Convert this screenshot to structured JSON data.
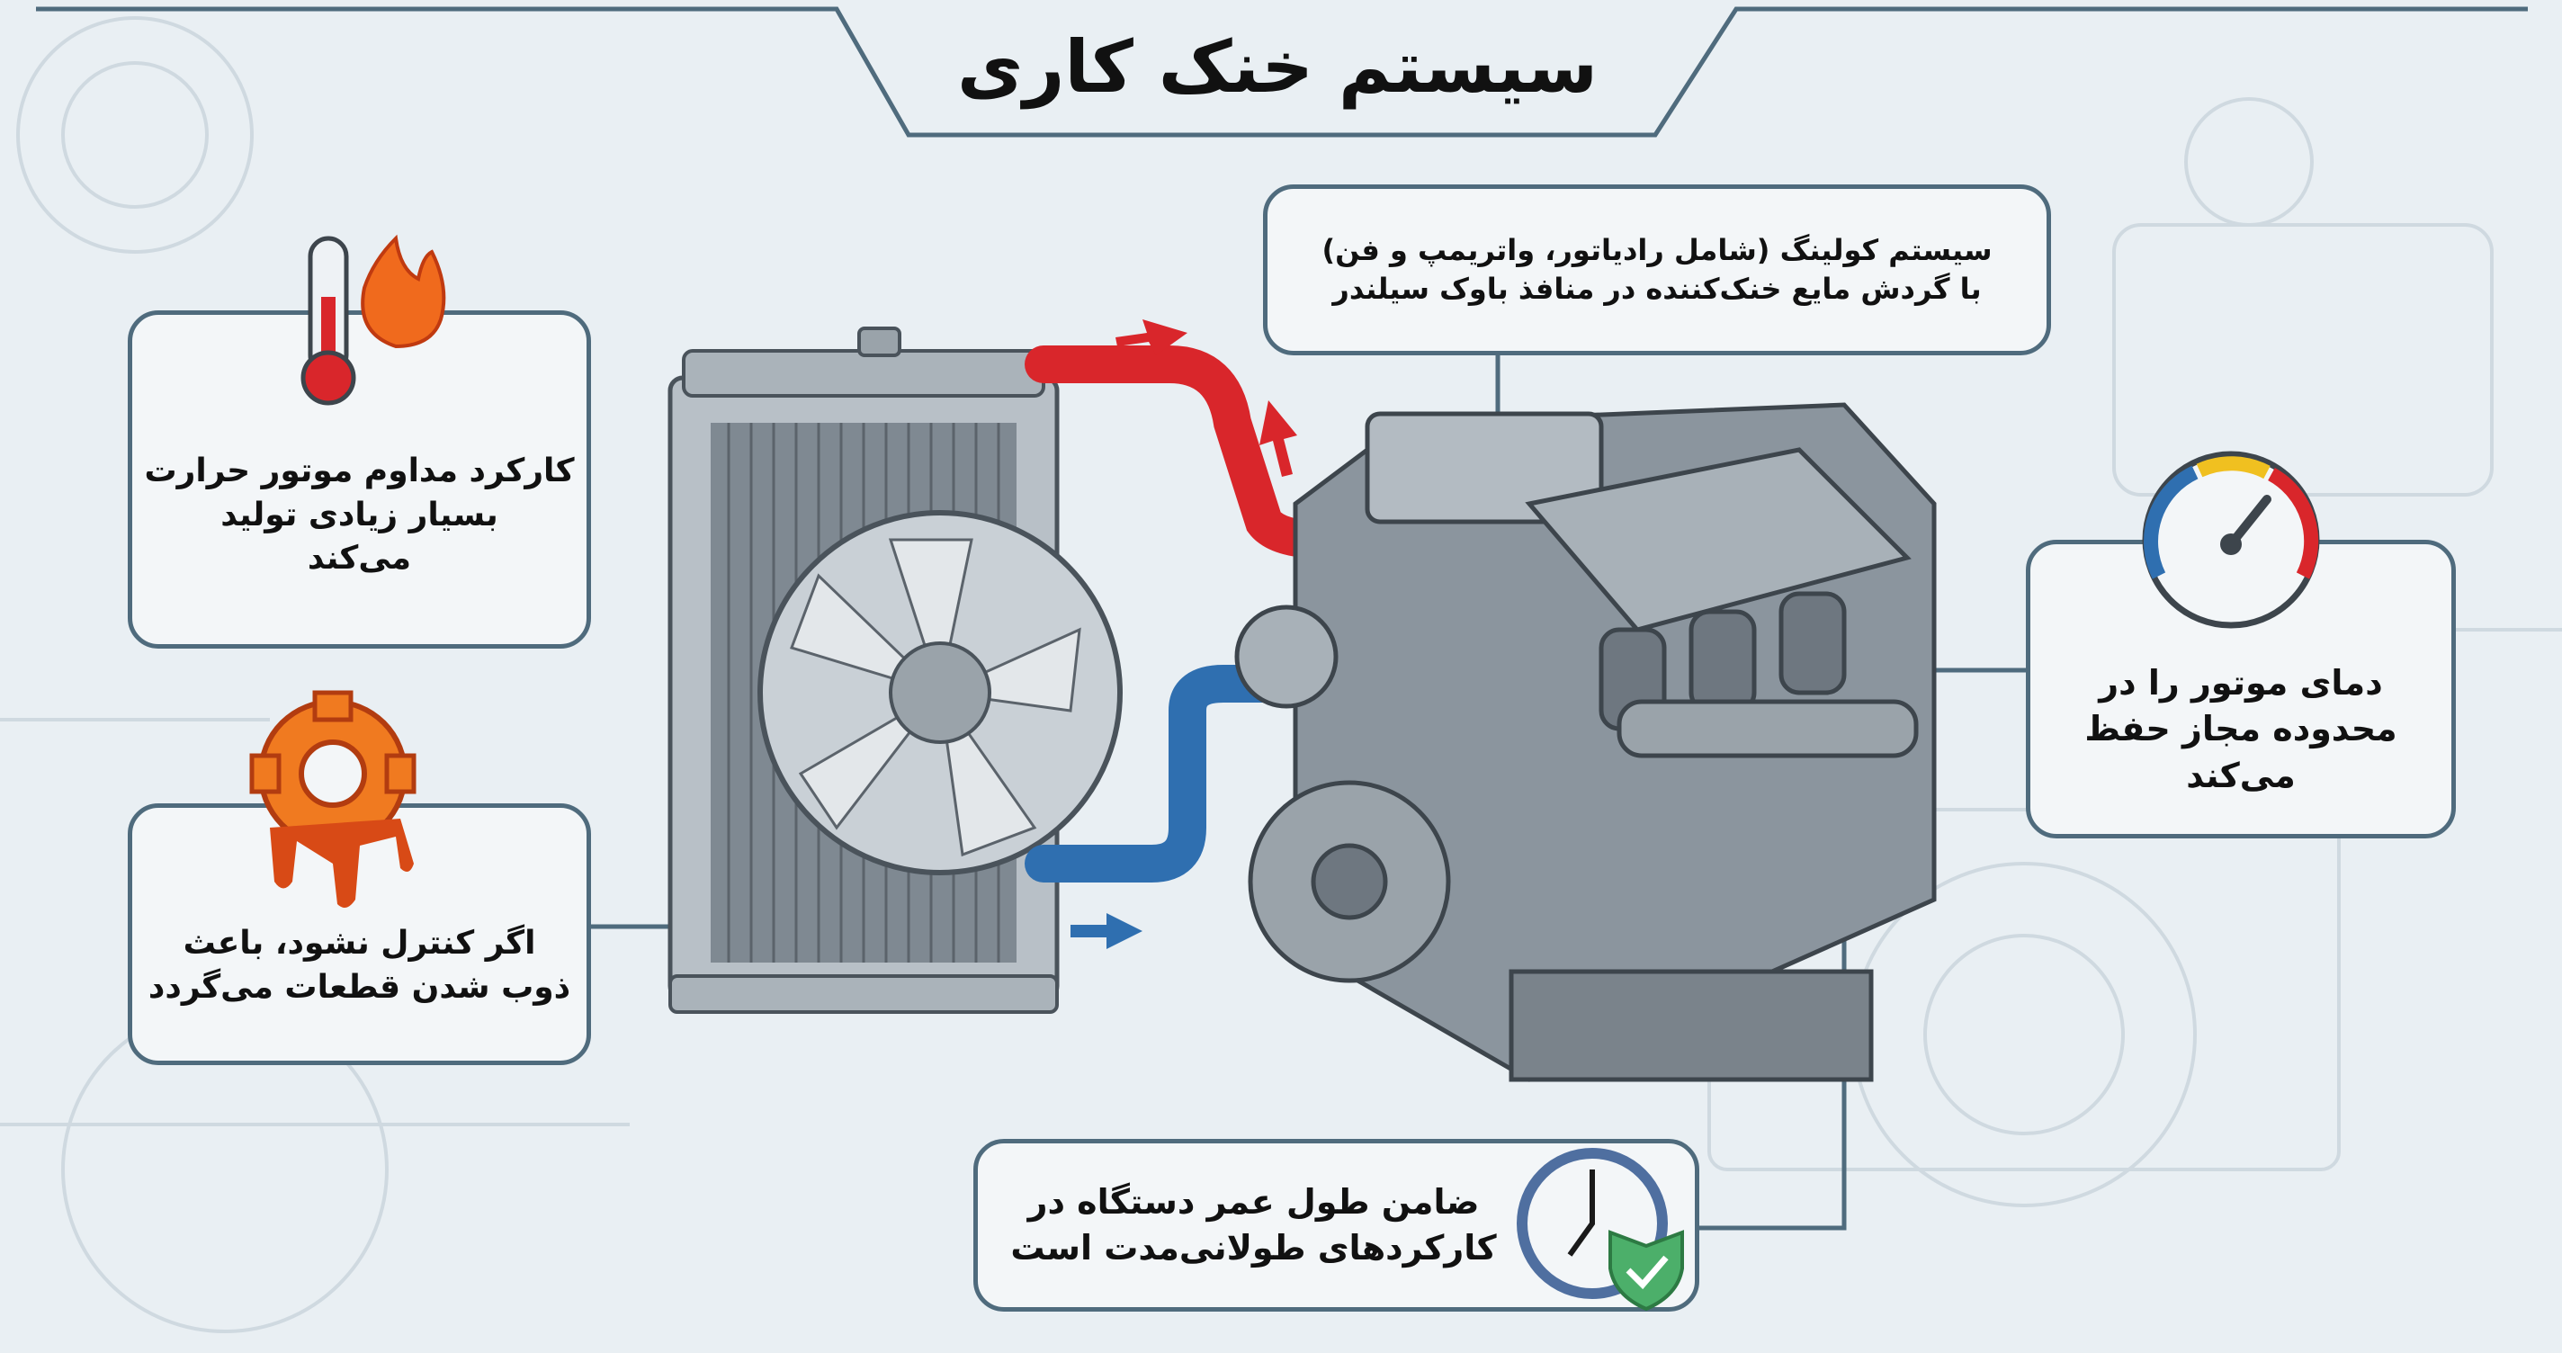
{
  "title": "سیستم خنک کاری",
  "boxes": {
    "cooling_system": "سیستم کولینگ (شامل رادیاتور، واتریمپ و فن)\nبا گردش مایع خنک‌کننده در منافذ باوک سیلندر",
    "heat": "کارکرد مداوم موتور حرارت\nبسیار زیادی تولید\nمی‌کند",
    "melting": "اگر کنترل نشود، باعث\nذوب شدن قطعات می‌گردد",
    "temperature": "دمای موتور را در\nمحدوده مجاز حفظ\nمی‌کند",
    "lifetime": "ضامن طول عمر دستگاه در\nکارکردهای طولانی‌مدت است"
  },
  "icons": [
    "thermometer-icon",
    "flame-icon",
    "melting-gear-icon",
    "temperature-gauge-icon",
    "clock-icon",
    "shield-check-icon"
  ],
  "colors": {
    "frame": "#4f6b7d",
    "hot_hose": "#d9262b",
    "cold_hose": "#2f6fb0",
    "background": "#e9eff3"
  }
}
